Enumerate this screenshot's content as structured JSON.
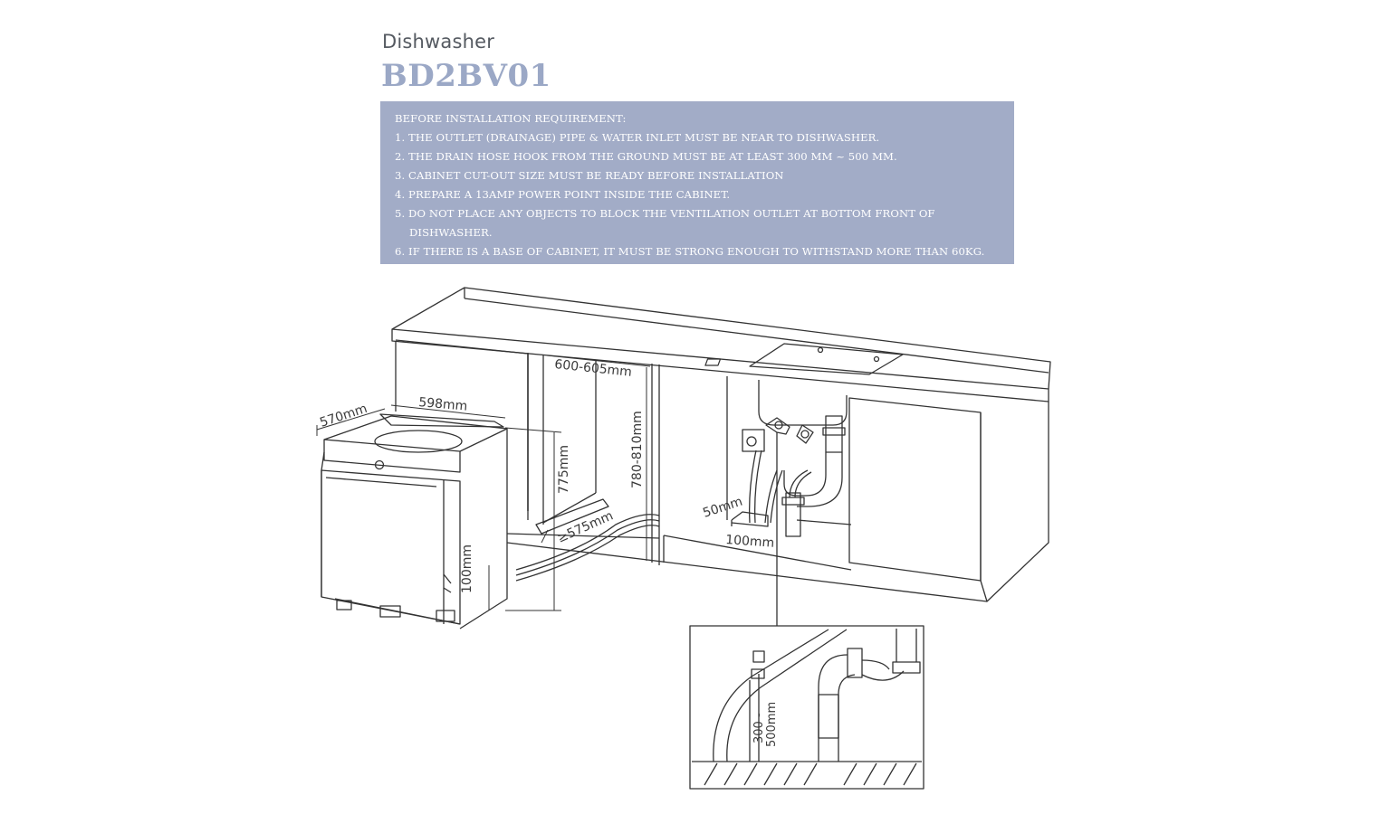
{
  "header": {
    "subtitle": "Dishwasher",
    "model": "BD2BV01"
  },
  "requirements": {
    "heading": "BEFORE INSTALLATION REQUIREMENT:",
    "items": [
      "1. THE OUTLET (DRAINAGE) PIPE & WATER INLET MUST BE NEAR TO DISHWASHER.",
      "2. THE DRAIN HOSE HOOK FROM THE  GROUND MUST BE AT LEAST 300 MM ~ 500 MM.",
      "3. CABINET CUT-OUT SIZE MUST BE READY BEFORE INSTALLATION",
      "4. PREPARE A 13AMP POWER POINT INSIDE THE CABINET.",
      "5. DO NOT PLACE ANY OBJECTS TO BLOCK THE VENTILATION OUTLET AT BOTTOM FRONT OF",
      "DISHWASHER.",
      "6. IF THERE IS A BASE OF CABINET, IT MUST BE STRONG ENOUGH TO WITHSTAND MORE THAN 60KG."
    ]
  },
  "dimensions": {
    "depth": "570mm",
    "width": "598mm",
    "niche_width": "600-605mm",
    "niche_height": "780-810mm",
    "appliance_height": "775mm",
    "niche_depth": "≥575mm",
    "plinth": "100mm",
    "outlet_height": "50mm",
    "outlet_width": "100mm",
    "hose_hook_line1": "300 -",
    "hose_hook_line2": "500mm"
  },
  "colors": {
    "accent": "#a2acc7",
    "model_text": "#9ba8c6",
    "line": "#333333"
  }
}
